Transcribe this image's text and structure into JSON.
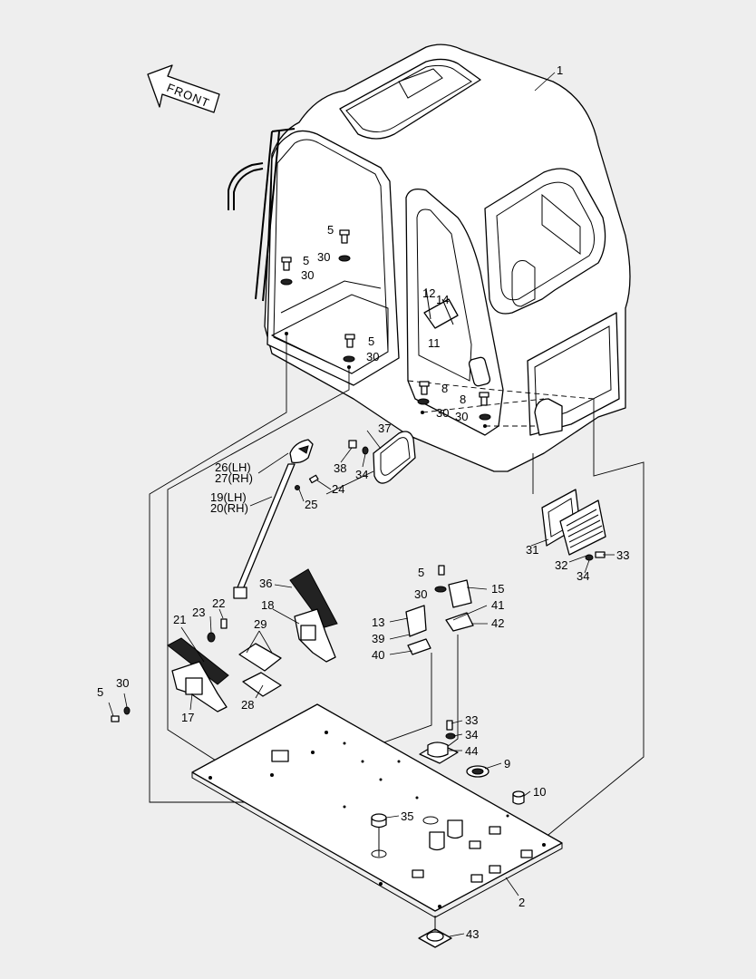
{
  "front_arrow": {
    "label": "FRONT"
  },
  "callouts": {
    "c1": "1",
    "c2": "2",
    "c5a": "5",
    "c5b": "5",
    "c5c": "5",
    "c5d": "5",
    "c5e": "5",
    "c8a": "8",
    "c8b": "8",
    "c9": "9",
    "c10": "10",
    "c11": "11",
    "c12": "12",
    "c13": "13",
    "c14": "14",
    "c15": "15",
    "c17": "17",
    "c18": "18",
    "c19": "19(LH)",
    "c20": "20(RH)",
    "c21": "21",
    "c22": "22",
    "c23": "23",
    "c24": "24",
    "c25": "25",
    "c26": "26(LH)",
    "c27": "27(RH)",
    "c28": "28",
    "c29": "29",
    "c30a": "30",
    "c30b": "30",
    "c30c": "30",
    "c30d": "30",
    "c30e": "30",
    "c30f": "30",
    "c30g": "30",
    "c31": "31",
    "c32": "32",
    "c33a": "33",
    "c33b": "33",
    "c34a": "34",
    "c34b": "34",
    "c34c": "34",
    "c35": "35",
    "c36": "36",
    "c37": "37",
    "c38": "38",
    "c39": "39",
    "c40": "40",
    "c41": "41",
    "c42": "42",
    "c43": "43",
    "c44": "44"
  }
}
